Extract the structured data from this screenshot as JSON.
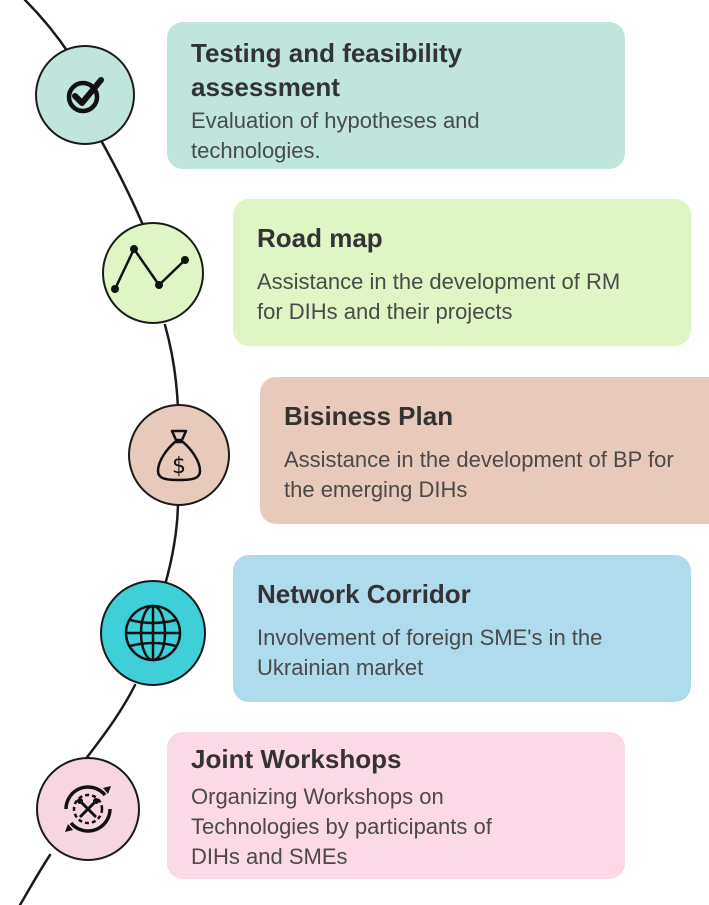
{
  "steps": [
    {
      "title": "Testing and feasibility assessment",
      "description": "Evaluation of hypotheses and technologies.",
      "icon": "checkmark-icon",
      "card_color": "#bfe5dd",
      "node_color": "#bfe5dd"
    },
    {
      "title": "Road map",
      "description": "Assistance in the development of RM for DIHs and their projects",
      "icon": "line-graph-icon",
      "card_color": "#dff6c4",
      "node_color": "#dff6c4"
    },
    {
      "title": "Bisiness Plan",
      "description": "Assistance in the development of BP for the emerging DIHs",
      "icon": "money-bag-icon",
      "card_color": "#e8cabd",
      "node_color": "#e8cabd"
    },
    {
      "title": "Network Corridor",
      "description": "Involvement of foreign SME's in the Ukrainian market",
      "icon": "globe-icon",
      "card_color": "#aedcec",
      "node_color": "#3fcfd9"
    },
    {
      "title": "Joint Workshops",
      "description": "Organizing Workshops on Technologies by participants of DIHs and SMEs",
      "icon": "tools-gear-icon",
      "card_color": "#fcd9e6",
      "node_color": "#f6d6e0"
    }
  ]
}
